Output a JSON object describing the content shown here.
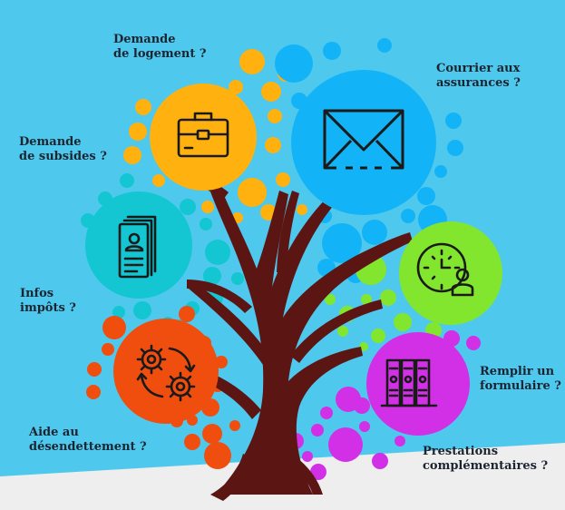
{
  "colors": {
    "background": "#4fc8ee",
    "trunk": "#5b1613",
    "yellow": "#ffb10f",
    "blue": "#12b4f7",
    "teal": "#13c6d1",
    "green": "#82e62e",
    "red": "#f04e0f",
    "magenta": "#d230e6",
    "text": "#1c2430"
  },
  "labels": {
    "logement": "Demande\nde logement ?",
    "assurances": "Courrier aux\nassurances ?",
    "subsides": "Demande\nde subsides ?",
    "impots": "Infos\nimpôts ?",
    "formulaire": "Remplir un\nformulaire ?",
    "desendettement": "Aide au\ndésendettement ?",
    "prestations": "Prestations\ncomplémentaires ?"
  },
  "icons": {
    "logement": "briefcase-icon",
    "assurances": "envelope-icon",
    "subsides": "document-stack-icon",
    "formulaire": "clock-person-icon",
    "desendettement": "gears-icon",
    "prestations": "binders-icon"
  }
}
